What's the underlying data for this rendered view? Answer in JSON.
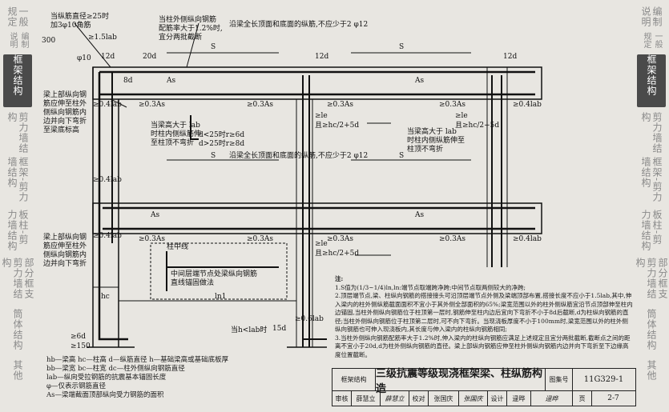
{
  "side_tabs": {
    "left": [
      {
        "label": "一般规定",
        "sub": "编制说明",
        "active": false
      },
      {
        "label": "框架结构",
        "sub": "",
        "active": true
      },
      {
        "label": "剪力墙结构",
        "sub": "",
        "active": false
      },
      {
        "label": "框架-剪力墙结构",
        "sub": "",
        "active": false
      },
      {
        "label": "板柱-剪力墙结构",
        "sub": "",
        "active": false
      },
      {
        "label": "部分框支剪力墙结构",
        "sub": "",
        "active": false
      },
      {
        "label": "筒体结构",
        "sub": "",
        "active": false
      },
      {
        "label": "其他",
        "sub": "",
        "active": false
      }
    ],
    "right": [
      {
        "label": "编制说明",
        "sub": "一般规定",
        "active": false
      },
      {
        "label": "框架结构",
        "sub": "",
        "active": true
      },
      {
        "label": "剪力墙结构",
        "sub": "",
        "active": false
      },
      {
        "label": "框架-剪力墙结构",
        "sub": "",
        "active": false
      },
      {
        "label": "板柱-剪力墙结构",
        "sub": "",
        "active": false
      },
      {
        "label": "部分框支剪力墙结构",
        "sub": "",
        "active": false
      },
      {
        "label": "筒体结构",
        "sub": "",
        "active": false
      },
      {
        "label": "其他",
        "sub": "",
        "active": false
      }
    ]
  },
  "annotations": {
    "top_left": "当纵筋直径≥25时\n加3φ10角筋",
    "top_mid": "当柱外侧纵向钢筋\n配筋率大于1.2%时,\n宜分两批截断",
    "top_right": "沿梁全长顶面和底面的纵筋,不应少于2 φ12",
    "mid_right": "沿梁全长顶面和底面的纵筋,不应少于2 φ12",
    "left_note_1": "梁上部纵向钢\n筋应伸至柱外\n侧纵向钢筋内\n边并向下弯折\n至梁底标高",
    "left_note_2": "梁上部纵向钢\n筋应伸至柱外\n侧纵向钢筋内\n边并向下弯折",
    "beam_note_1": "当梁高大于 lab\n时柱内侧纵筋伸\n至柱顶不弯折",
    "beam_note_2": "当梁高大于 lab\n时柱内侧纵筋伸至\n柱顶不弯折",
    "bend_rule": "d<25时r≥6d\nd>25时r≥8d",
    "column_line": "柱中线",
    "middle_joint": "中间层端节点处梁纵向钢筋\n直线锚固做法",
    "h_less": "当h<lab时",
    "labels": {
      "s": "S",
      "as": "As",
      "as03": "≥0.3As",
      "la04": "≥0.4lab",
      "la15": "≥1.5lab",
      "le": "≥le",
      "hc2": "且≥hc/2+5d",
      "d12": "12d",
      "d20": "20d",
      "d8": "8d",
      "d15": "15d",
      "phi10": "φ10",
      "hc": "hc",
      "ln1": "ln1",
      "d6": "≥6d",
      "n150": "≥150",
      "n300": "300",
      "la06": "≥0.6lab"
    }
  },
  "notes": {
    "title": "注:",
    "items": [
      "1.S值为(1/3~1/4)ln,ln:端节点取端跨净跨;中间节点取两侧较大的净跨;",
      "2.顶层端节点,梁、柱纵向钢筋的搭接接头可沿顶层端节点外侧及梁端顶部布置,搭接长度不应小于1.5lab,其中,伸入梁内的柱外侧纵筋截面面积不宜小于其外侧全部面积的65%;梁宽范围以外的柱外侧纵筋宜沿节点顶部伸至柱内边锚固,当柱外侧纵向钢筋位于柱顶第一层时,钢筋伸至柱内边后宜向下弯折不小于8d后截断,d为柱纵向钢筋的直径;当柱外侧纵向钢筋位于柱顶第二层时,可不向下弯折。当现浇板厚度不小于100mm时,梁宽范围以外的柱外侧纵向钢筋也可伸入现浇板内,其长度与伸入梁内的柱纵向钢筋相同;",
      "3.当柱外侧纵向钢筋配筋率大于1.2%时,伸入梁内的柱纵向钢筋应满足上述规定且宜分两批截断,截断点之间的距离不宜小于20d,d为柱外侧纵向钢筋的直径。梁上部纵向钢筋应伸至柱外侧纵向钢筋内边并向下弯折至下边缘高度位置截断。"
    ]
  },
  "legend": [
    "hb—梁高    hc—柱高    d—纵筋直径    h—基础梁高或基础底板厚",
    "bb—梁宽    bc—柱宽    dc—柱外侧纵向钢筋直径",
    "lab—纵向受拉钢筋的抗震基本锚固长度",
    "φ—仅表示钢筋直径",
    "As—梁端截面顶部纵向受力钢筋的面积"
  ],
  "title_block": {
    "category": "框架结构",
    "title": "三级抗震等级现浇框架梁、柱纵筋构造",
    "atlas_label": "图集号",
    "atlas_no": "11G329-1",
    "review_label": "审核",
    "reviewer": "薛慧立",
    "reviewer_sig": "薛慧立",
    "check_label": "校对",
    "checker": "张国庆",
    "checker_sig": "张国庆",
    "design_label": "设计",
    "designer": "逯晔",
    "designer_sig": "逯晔",
    "page_label": "页",
    "page_no": "2-7"
  }
}
